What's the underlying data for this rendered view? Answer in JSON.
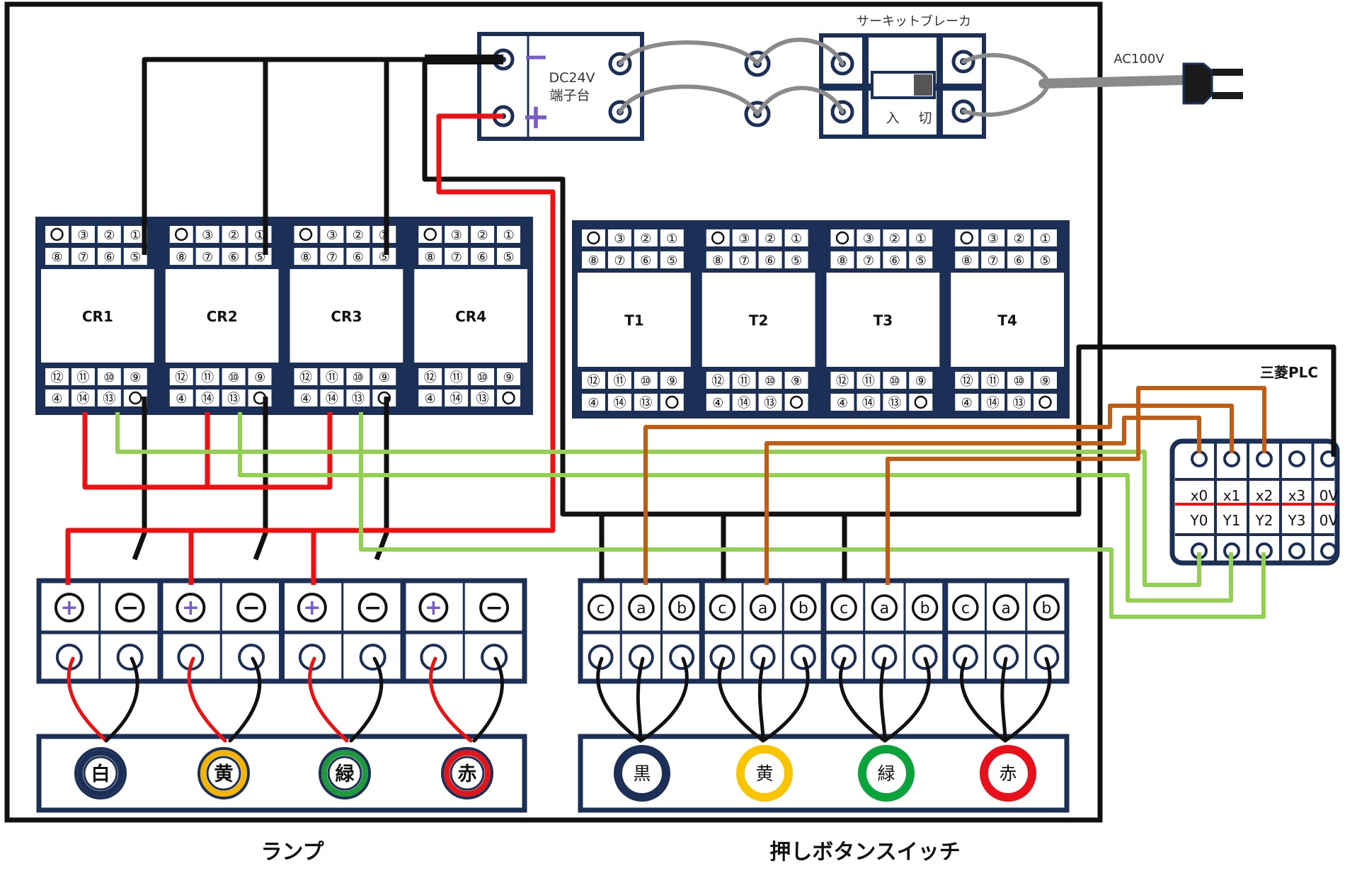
{
  "labels": {
    "breaker": "サーキットブレーカ",
    "ac_supply": "AC100V",
    "dc_terminal": [
      "DC24V",
      "端子台"
    ],
    "breaker_on": "入",
    "breaker_off": "切",
    "plc": "三菱PLC",
    "lamp_section": "ランプ",
    "switch_section": "押しボタンスイッチ"
  },
  "relays": [
    {
      "label": "CR1"
    },
    {
      "label": "CR2"
    },
    {
      "label": "CR3"
    },
    {
      "label": "CR4"
    }
  ],
  "timers": [
    {
      "label": "T1"
    },
    {
      "label": "T2"
    },
    {
      "label": "T3"
    },
    {
      "label": "T4"
    }
  ],
  "socket_pins": {
    "row1": [
      "",
      "③",
      "②",
      "①"
    ],
    "row2": [
      "⑧",
      "⑦",
      "⑥",
      "⑤"
    ],
    "row3": [
      "⑫",
      "⑪",
      "⑩",
      "⑨"
    ],
    "row4": [
      "④",
      "⑭",
      "⑬",
      ""
    ]
  },
  "dc_symbols": {
    "minus": "−",
    "plus": "+"
  },
  "lamp_terminals": [
    "+",
    "−",
    "+",
    "−",
    "+",
    "−",
    "+",
    "−"
  ],
  "switch_terminals": [
    "c",
    "a",
    "b",
    "c",
    "a",
    "b",
    "c",
    "a",
    "b",
    "c",
    "a",
    "b"
  ],
  "plc_terminals": {
    "inputs": [
      "x0",
      "x1",
      "x2",
      "x3",
      "0V"
    ],
    "outputs": [
      "Y0",
      "Y1",
      "Y2",
      "Y3",
      "0V"
    ]
  },
  "lamps": [
    {
      "label": "白",
      "ring": "#1c2f57"
    },
    {
      "label": "黄",
      "ring": "#f4b400"
    },
    {
      "label": "緑",
      "ring": "#1e9a3a"
    },
    {
      "label": "赤",
      "ring": "#e0161b"
    }
  ],
  "buttons": [
    {
      "label": "黒",
      "ring": "#1c2f57"
    },
    {
      "label": "黄",
      "ring": "#f9c400"
    },
    {
      "label": "緑",
      "ring": "#0aa33c"
    },
    {
      "label": "赤",
      "ring": "#e8101a"
    }
  ],
  "colors": {
    "navy": "#1c2f57",
    "wire_red": "#ee1111",
    "wire_black": "#111111",
    "wire_green": "#92d050",
    "wire_orange": "#c55a11",
    "wire_gray": "#8a8a8a",
    "terminal_purple": "#7a5cc8"
  }
}
